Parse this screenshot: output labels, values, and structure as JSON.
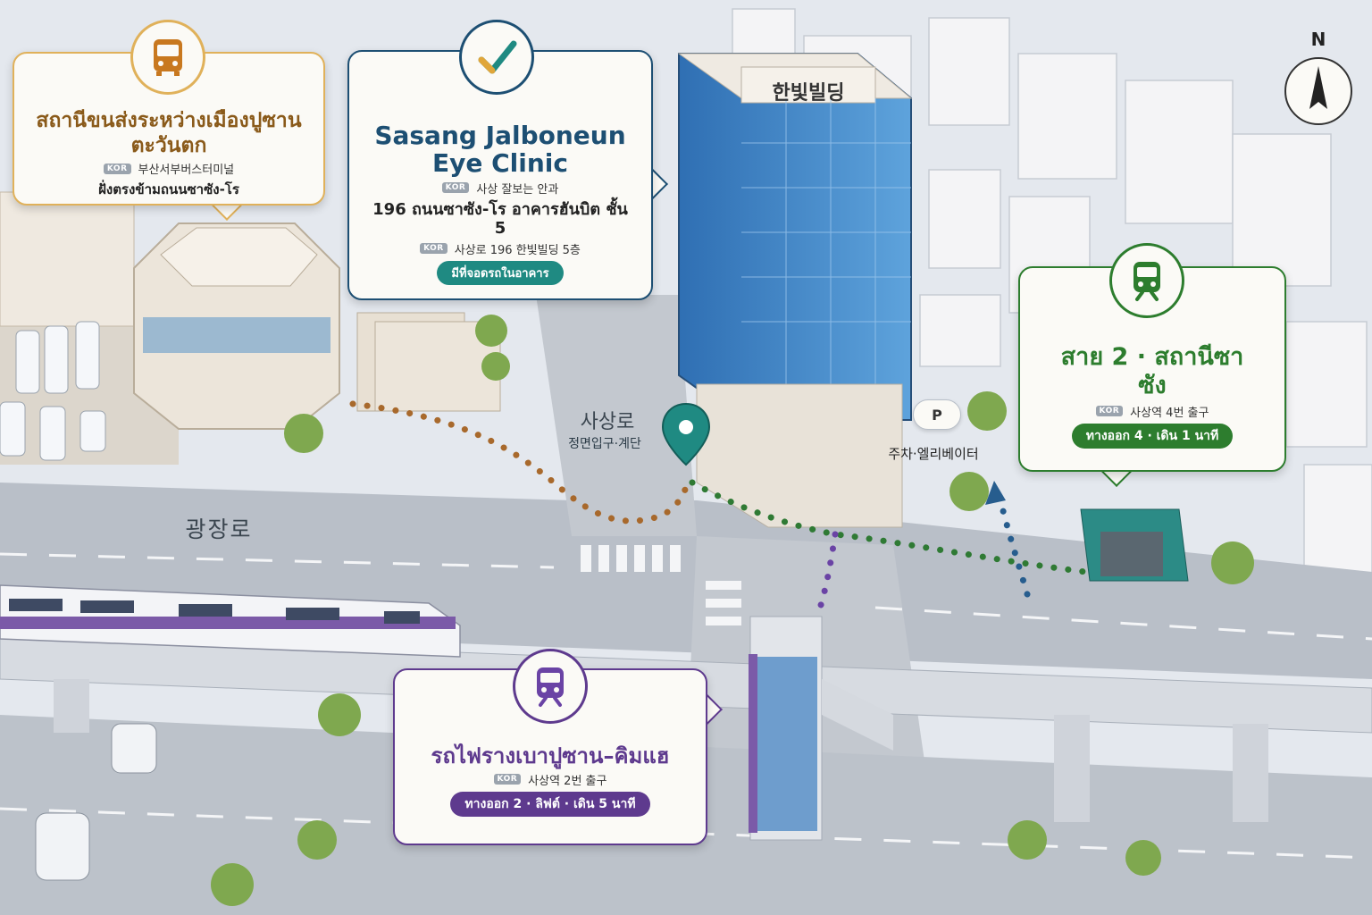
{
  "compass": {
    "label": "N"
  },
  "building": {
    "name": "한빛빌딩"
  },
  "streets": {
    "road_1": "사상로",
    "road_2": "광장로"
  },
  "landmarks": {
    "entrance": "정면입구·계단",
    "parking_symbol": "P",
    "parking_elevator": "주차·엘리베이터"
  },
  "bus_terminal": {
    "title": "สถานีขนส่งระหว่างเมืองปูซานตะวันตก",
    "kor_tag": "KOR",
    "kor_name": "부산서부버스터미널",
    "note": "ฝั่งตรงข้ามถนนซาซัง-โร"
  },
  "clinic": {
    "name": "Sasang Jalboneun Eye Clinic",
    "kor_tag": "KOR",
    "kor_name": "사상 잘보는 안과",
    "address": "196 ถนนซาซัง-โร อาคารฮันบิต ชั้น 5",
    "kor_address": "사상로 196 한빛빌딩 5층",
    "parking_pill": "มีที่จอดรถในอาคาร"
  },
  "subway_line2": {
    "title": "สาย 2 · สถานีซาซัง",
    "kor_tag": "KOR",
    "kor_name": "사상역 4번 출구",
    "pill": "ทางออก 4 · เดิน 1 นาที"
  },
  "light_rail": {
    "title": "รถไฟรางเบาปูซาน–คิมแฮ",
    "kor_tag": "KOR",
    "kor_name": "사상역 2번 출구",
    "pill": "ทางออก 2 · ลิฟต์ · เดิน 5 นาที"
  },
  "colors": {
    "bus": "#8a5a1a",
    "bus_border": "#e0b15a",
    "clinic": "#1d4f73",
    "clinic_accent": "#1f8a82",
    "subway": "#2d7d2e",
    "light_rail": "#5e3a8e",
    "building_glass": "#3b7fc0"
  },
  "icons": [
    "bus-icon",
    "checkmark-logo-icon",
    "train-icon",
    "map-pin-icon",
    "compass-icon",
    "parking-icon",
    "arrow-icon"
  ]
}
